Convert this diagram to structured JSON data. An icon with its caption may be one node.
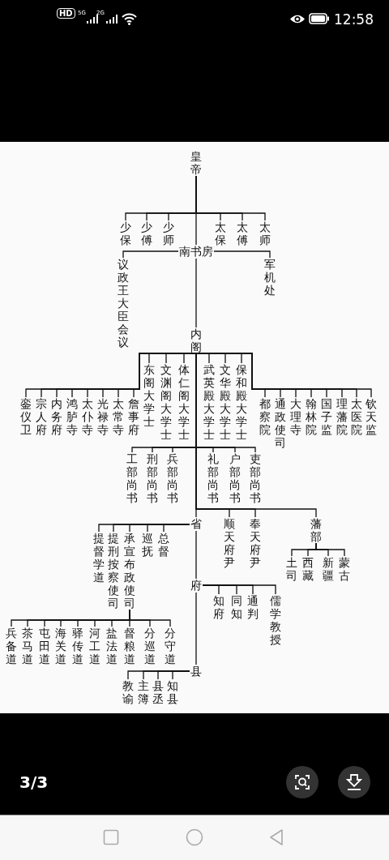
{
  "diagram": {
    "nodes": [
      {
        "text": [
          "皇帝"
        ]
      },
      {
        "text": [
          "少保"
        ]
      },
      {
        "text": [
          "少傅"
        ]
      },
      {
        "text": [
          "少师"
        ]
      },
      {
        "text": [
          "太保"
        ]
      },
      {
        "text": [
          "太傅"
        ]
      },
      {
        "text": [
          "太师"
        ]
      },
      {
        "text": [
          "南书房"
        ]
      },
      {
        "text": [
          "议政王大臣会议"
        ]
      },
      {
        "text": [
          "军机处"
        ]
      },
      {
        "text": [
          "内阁"
        ]
      },
      {
        "text": [
          "东阁大学士"
        ]
      },
      {
        "text": [
          "文渊阁大学士"
        ]
      },
      {
        "text": [
          "体仁阁大学士"
        ]
      },
      {
        "text": [
          "武英殿大学士"
        ]
      },
      {
        "text": [
          "文华殿大学士"
        ]
      },
      {
        "text": [
          "保和殿大学士"
        ]
      },
      {
        "text": [
          "銮仪卫"
        ]
      },
      {
        "text": [
          "宗人府"
        ]
      },
      {
        "text": [
          "内务府"
        ]
      },
      {
        "text": [
          "鸿胪寺"
        ]
      },
      {
        "text": [
          "太仆寺"
        ]
      },
      {
        "text": [
          "光禄寺"
        ]
      },
      {
        "text": [
          "太常寺"
        ]
      },
      {
        "text": [
          "詹事府"
        ]
      },
      {
        "text": [
          "都察院"
        ]
      },
      {
        "text": [
          "通政使司"
        ]
      },
      {
        "text": [
          "大理寺"
        ]
      },
      {
        "text": [
          "翰林院"
        ]
      },
      {
        "text": [
          "国子监"
        ]
      },
      {
        "text": [
          "理藩院"
        ]
      },
      {
        "text": [
          "太医院"
        ]
      },
      {
        "text": [
          "钦天监"
        ]
      },
      {
        "text": [
          "工部尚书"
        ]
      },
      {
        "text": [
          "刑部尚书"
        ]
      },
      {
        "text": [
          "兵部尚书"
        ]
      },
      {
        "text": [
          "礼部尚书"
        ]
      },
      {
        "text": [
          "户部尚书"
        ]
      },
      {
        "text": [
          "吏部尚书"
        ]
      },
      {
        "text": [
          "省"
        ]
      },
      {
        "text": [
          "顺天府尹"
        ]
      },
      {
        "text": [
          "奉天府尹"
        ]
      },
      {
        "text": [
          "藩部"
        ]
      },
      {
        "text": [
          "提督学道"
        ]
      },
      {
        "text": [
          "提刑按察使司"
        ]
      },
      {
        "text": [
          "承宣布政使司"
        ]
      },
      {
        "text": [
          "巡抚"
        ]
      },
      {
        "text": [
          "总督"
        ]
      },
      {
        "text": [
          "土司"
        ]
      },
      {
        "text": [
          "西藏"
        ]
      },
      {
        "text": [
          "新疆"
        ]
      },
      {
        "text": [
          "蒙古"
        ]
      },
      {
        "text": [
          "府"
        ]
      },
      {
        "text": [
          "知府"
        ]
      },
      {
        "text": [
          "同知"
        ]
      },
      {
        "text": [
          "通判"
        ]
      },
      {
        "text": [
          "儒学教授"
        ]
      },
      {
        "text": [
          "兵备道"
        ]
      },
      {
        "text": [
          "茶马道"
        ]
      },
      {
        "text": [
          "屯田道"
        ]
      },
      {
        "text": [
          "海关道"
        ]
      },
      {
        "text": [
          "驿传道"
        ]
      },
      {
        "text": [
          "河工道"
        ]
      },
      {
        "text": [
          "盐法道"
        ]
      },
      {
        "text": [
          "督粮道"
        ]
      },
      {
        "text": [
          "分巡道"
        ]
      },
      {
        "text": [
          "分守道"
        ]
      },
      {
        "text": [
          "县"
        ]
      },
      {
        "text": [
          "教谕"
        ]
      },
      {
        "text": [
          "主簿"
        ]
      },
      {
        "text": [
          "县丞"
        ]
      },
      {
        "text": [
          "知县"
        ]
      }
    ],
    "edges": [
      {
        "from": 0,
        "to": 1,
        "arrow": "none"
      },
      {
        "from": 0,
        "to": 2,
        "arrow": "none"
      },
      {
        "from": 0,
        "to": 3,
        "arrow": "none"
      },
      {
        "from": 0,
        "to": 4,
        "arrow": "none"
      },
      {
        "from": 0,
        "to": 5,
        "arrow": "none"
      },
      {
        "from": 0,
        "to": 6,
        "arrow": "none"
      },
      {
        "from": 0,
        "to": 7,
        "arrow": "none"
      },
      {
        "from": 7,
        "to": 8,
        "arrow": "none"
      },
      {
        "from": 7,
        "to": 9,
        "arrow": "none"
      },
      {
        "from": 7,
        "to": 10,
        "arrow": "none"
      },
      {
        "from": 10,
        "to": 11,
        "arrow": "none"
      },
      {
        "from": 10,
        "to": 12,
        "arrow": "none"
      },
      {
        "from": 10,
        "to": 13,
        "arrow": "none"
      },
      {
        "from": 10,
        "to": 14,
        "arrow": "none"
      },
      {
        "from": 10,
        "to": 15,
        "arrow": "none"
      },
      {
        "from": 10,
        "to": 16,
        "arrow": "none"
      },
      {
        "from": 10,
        "to": 17,
        "arrow": "none"
      },
      {
        "from": 10,
        "to": 18,
        "arrow": "none"
      },
      {
        "from": 10,
        "to": 19,
        "arrow": "none"
      },
      {
        "from": 10,
        "to": 20,
        "arrow": "none"
      },
      {
        "from": 10,
        "to": 21,
        "arrow": "none"
      },
      {
        "from": 10,
        "to": 22,
        "arrow": "none"
      },
      {
        "from": 10,
        "to": 23,
        "arrow": "none"
      },
      {
        "from": 10,
        "to": 24,
        "arrow": "none"
      },
      {
        "from": 10,
        "to": 25,
        "arrow": "none"
      },
      {
        "from": 10,
        "to": 26,
        "arrow": "none"
      },
      {
        "from": 10,
        "to": 27,
        "arrow": "none"
      },
      {
        "from": 10,
        "to": 28,
        "arrow": "none"
      },
      {
        "from": 10,
        "to": 29,
        "arrow": "none"
      },
      {
        "from": 10,
        "to": 30,
        "arrow": "none"
      },
      {
        "from": 10,
        "to": 31,
        "arrow": "none"
      },
      {
        "from": 10,
        "to": 32,
        "arrow": "none"
      },
      {
        "from": 10,
        "to": 33,
        "arrow": "none"
      },
      {
        "from": 10,
        "to": 34,
        "arrow": "none"
      },
      {
        "from": 10,
        "to": 35,
        "arrow": "none"
      },
      {
        "from": 10,
        "to": 36,
        "arrow": "none"
      },
      {
        "from": 10,
        "to": 37,
        "arrow": "none"
      },
      {
        "from": 10,
        "to": 38,
        "arrow": "none"
      },
      {
        "from": 10,
        "to": 39,
        "arrow": "none"
      },
      {
        "from": 10,
        "to": 40,
        "arrow": "none"
      },
      {
        "from": 10,
        "to": 41,
        "arrow": "none"
      },
      {
        "from": 10,
        "to": 42,
        "arrow": "none"
      },
      {
        "from": 39,
        "to": 43,
        "arrow": "none"
      },
      {
        "from": 39,
        "to": 44,
        "arrow": "none"
      },
      {
        "from": 39,
        "to": 45,
        "arrow": "none"
      },
      {
        "from": 39,
        "to": 46,
        "arrow": "none"
      },
      {
        "from": 39,
        "to": 47,
        "arrow": "none"
      },
      {
        "from": 42,
        "to": 48,
        "arrow": "none"
      },
      {
        "from": 42,
        "to": 49,
        "arrow": "none"
      },
      {
        "from": 42,
        "to": 50,
        "arrow": "none"
      },
      {
        "from": 42,
        "to": 51,
        "arrow": "none"
      },
      {
        "from": 39,
        "to": 52,
        "arrow": "none"
      },
      {
        "from": 52,
        "to": 53,
        "arrow": "none"
      },
      {
        "from": 52,
        "to": 54,
        "arrow": "none"
      },
      {
        "from": 52,
        "to": 55,
        "arrow": "none"
      },
      {
        "from": 52,
        "to": 56,
        "arrow": "none"
      },
      {
        "from": 45,
        "to": 57,
        "arrow": "none"
      },
      {
        "from": 45,
        "to": 58,
        "arrow": "none"
      },
      {
        "from": 45,
        "to": 59,
        "arrow": "none"
      },
      {
        "from": 45,
        "to": 60,
        "arrow": "none"
      },
      {
        "from": 45,
        "to": 61,
        "arrow": "none"
      },
      {
        "from": 45,
        "to": 62,
        "arrow": "none"
      },
      {
        "from": 45,
        "to": 63,
        "arrow": "none"
      },
      {
        "from": 45,
        "to": 64,
        "arrow": "none"
      },
      {
        "from": 45,
        "to": 65,
        "arrow": "none"
      },
      {
        "from": 45,
        "to": 66,
        "arrow": "none"
      },
      {
        "from": 52,
        "to": 67,
        "arrow": "none"
      },
      {
        "from": 67,
        "to": 68,
        "arrow": "none"
      },
      {
        "from": 67,
        "to": 69,
        "arrow": "none"
      },
      {
        "from": 67,
        "to": 70,
        "arrow": "none"
      },
      {
        "from": 67,
        "to": 71,
        "arrow": "none"
      }
    ],
    "labels": [
      "HD",
      "5G",
      "2G",
      "12:58",
      "3/3"
    ]
  }
}
